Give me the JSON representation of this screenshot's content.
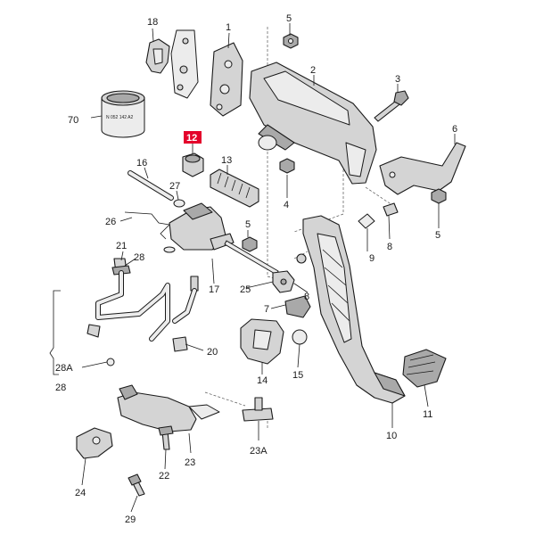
{
  "diagram": {
    "highlighted_callout": "12",
    "accent_color": "#e4002b",
    "sleeve_stamp": "N 052 142 A2",
    "callouts": {
      "c1": "1",
      "c2": "2",
      "c3": "3",
      "c4": "4",
      "c5a": "5",
      "c5b": "5",
      "c5c": "5",
      "c6": "6",
      "c7": "7",
      "c8a": "8",
      "c8b": "8",
      "c9": "9",
      "c10": "10",
      "c11": "11",
      "c12": "12",
      "c13": "13",
      "c14": "14",
      "c15": "15",
      "c16": "16",
      "c17": "17",
      "c18": "18",
      "c20": "20",
      "c21": "21",
      "c22": "22",
      "c23": "23",
      "c23a": "23A",
      "c24": "24",
      "c25": "25",
      "c26": "26",
      "c27": "27",
      "c28a": "28",
      "c28b": "28",
      "c28c": "28A",
      "c29": "29",
      "c70": "70"
    }
  }
}
